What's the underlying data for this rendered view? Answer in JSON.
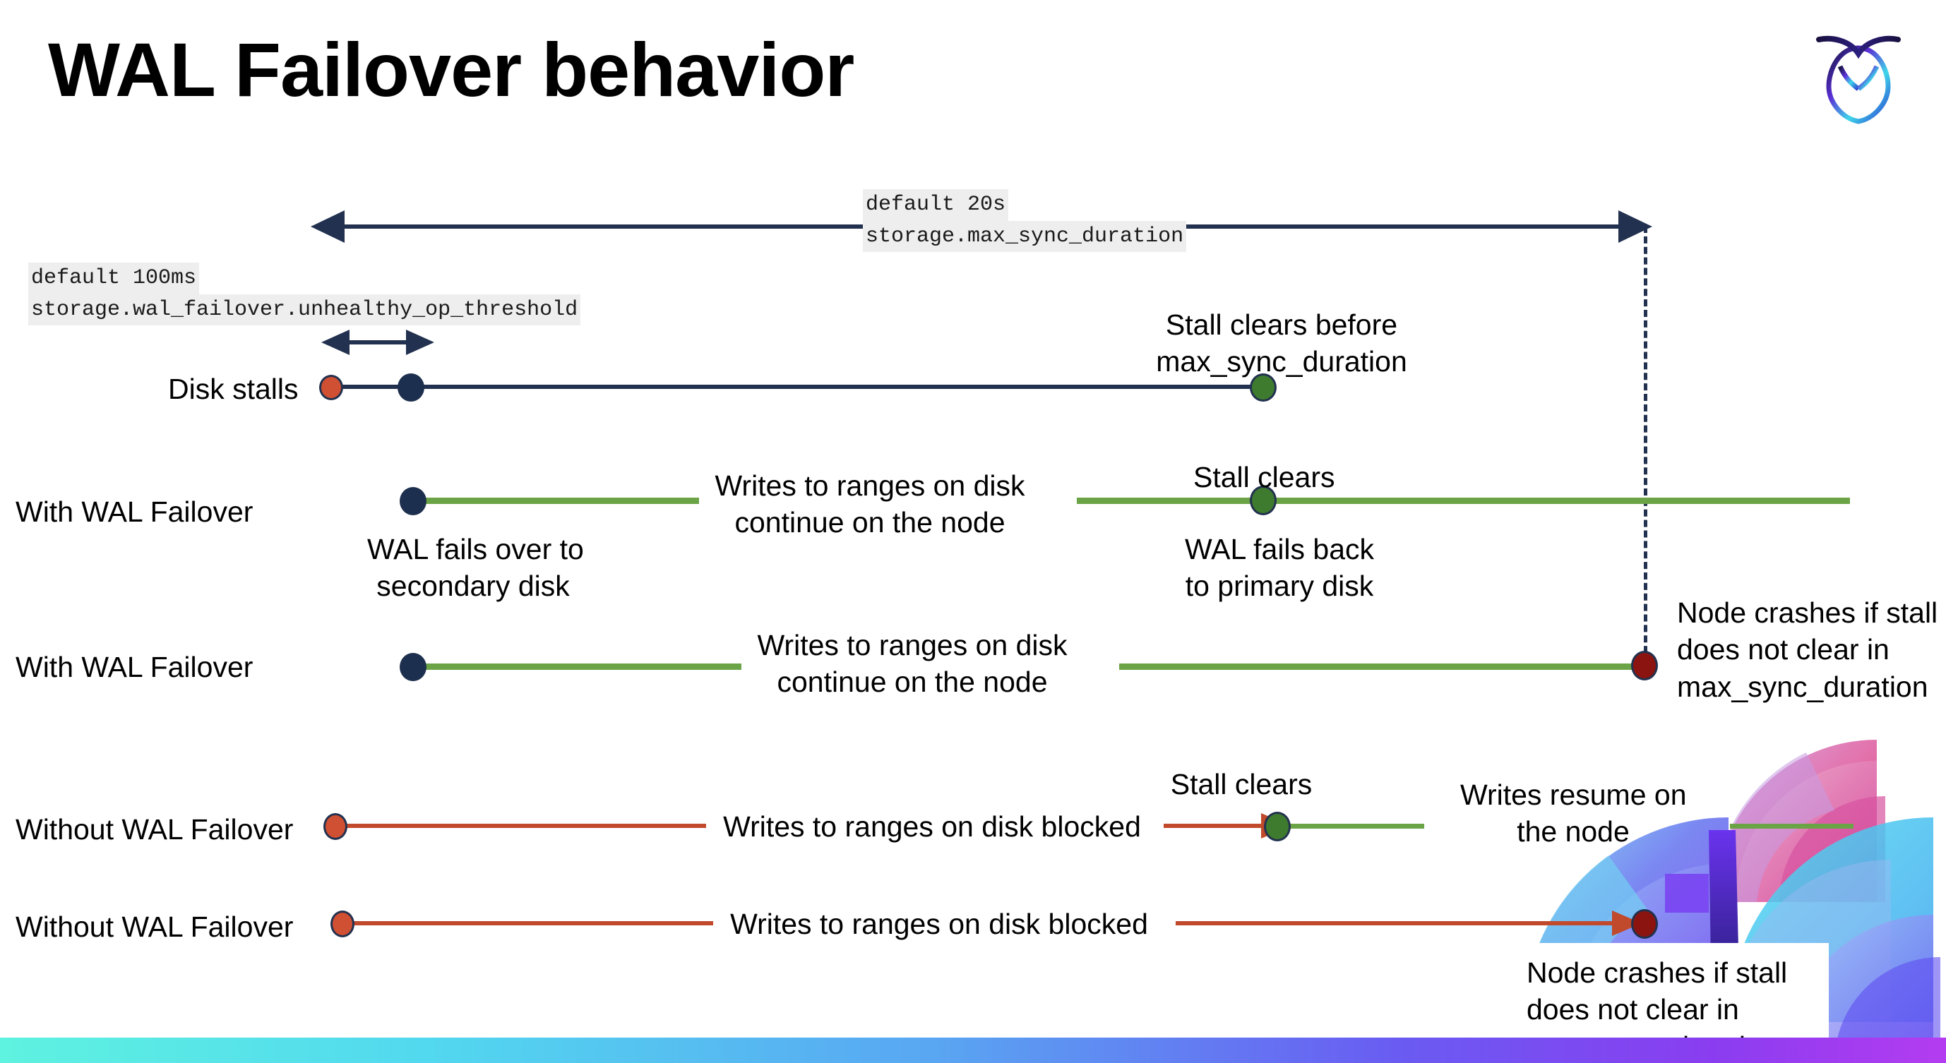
{
  "slide": {
    "title": "WAL Failover behavior",
    "logo_name": "cockroachdb-logo"
  },
  "settings": {
    "max_sync_duration": {
      "default_label": "default 20s",
      "setting_label": "storage.max_sync_duration"
    },
    "unhealthy_op_threshold": {
      "default_label": "default 100ms",
      "setting_label": "storage.wal_failover.unhealthy_op_threshold"
    }
  },
  "rows": [
    {
      "label": "Disk stalls",
      "annotations": [
        "Stall clears before",
        "max_sync_duration"
      ]
    },
    {
      "label": "With WAL Failover",
      "annotations": [
        "Writes to ranges on disk",
        "continue on the node",
        "Stall clears",
        "WAL fails over to",
        "secondary disk",
        "WAL fails  back",
        "to primary disk"
      ]
    },
    {
      "label": "With WAL Failover",
      "annotations": [
        "Writes to ranges on disk",
        "continue on the node",
        "Node crashes if stall",
        "does not clear in",
        "max_sync_duration"
      ]
    },
    {
      "label": "Without WAL Failover",
      "annotations": [
        "Writes to ranges on disk  blocked",
        "Stall clears",
        "Writes resume on",
        "the node"
      ]
    },
    {
      "label": "Without WAL Failover",
      "annotations": [
        "Writes to ranges on disk  blocked",
        "Node crashes if stall",
        "does not clear in",
        "max_sync_duration"
      ]
    }
  ],
  "texts": {
    "disk_stalls": "Disk stalls",
    "with_wal_failover": "With WAL Failover",
    "without_wal_failover": "Without WAL Failover",
    "stall_clears_before_l1": "Stall clears before",
    "stall_clears_before_l2": "max_sync_duration",
    "writes_continue_l1": "Writes to ranges on disk",
    "writes_continue_l2": "continue on the node",
    "stall_clears": "Stall clears",
    "wal_fails_over_l1": "WAL fails over to",
    "wal_fails_over_l2": "secondary disk",
    "wal_fails_back_l1": "WAL fails  back",
    "wal_fails_back_l2": "to primary disk",
    "node_crashes_l1": "Node crashes if stall",
    "node_crashes_l2": "does not clear in",
    "node_crashes_l3": "max_sync_duration",
    "writes_blocked": "Writes to ranges on disk  blocked",
    "writes_resume_l1": "Writes resume on",
    "writes_resume_l2": "the node"
  },
  "colors": {
    "navy": "#22314f",
    "green": "#6ba446",
    "green_dot": "#3f7b2f",
    "orange_dot": "#cf5033",
    "red_line": "#c04a2b",
    "dark_red_dot": "#8c1410",
    "code_bg": "#eeeeee",
    "bottom_bar_start": "#5ef2e0",
    "bottom_bar_end": "#b43cf0"
  }
}
